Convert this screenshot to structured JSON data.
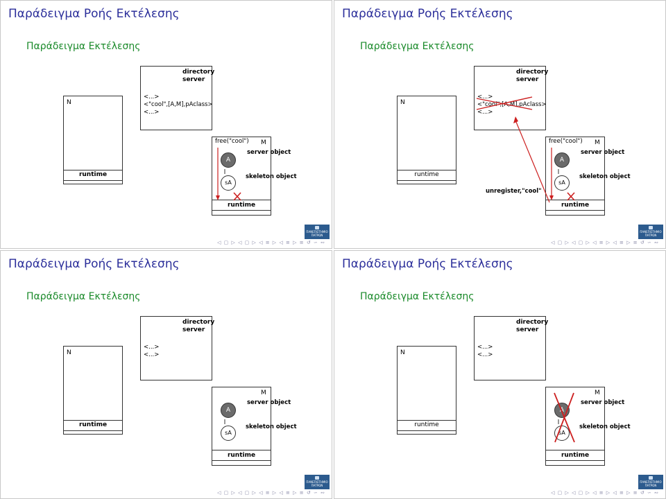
{
  "slides": [
    {
      "title": "Παράδειγμα Ροής Εκτέλεσης",
      "subtitle": "Παράδειγμα Εκτέλεσης",
      "node_n": {
        "label": "N",
        "runtime": "runtime"
      },
      "directory": {
        "label": "directory server",
        "entries": [
          "<...>",
          "<\"cool\",[A,M],pAclass>",
          "<...>"
        ]
      },
      "node_m": {
        "label": "M",
        "free_call": "free(\"cool\")",
        "server_object": "server object",
        "skeleton_object": "skeleton object",
        "a": "A",
        "sa": "sA",
        "runtime": "runtime"
      },
      "nav": "◁ ▢ ▷ ◁ ▢ ▷ ◁ ≡ ▷ ◁ ≡ ▷ ≡ ↺ ∽ ∾"
    },
    {
      "title": "Παράδειγμα Ροής Εκτέλεσης",
      "subtitle": "Παράδειγμα Εκτέλεσης",
      "node_n": {
        "label": "N",
        "runtime": "runtime"
      },
      "directory": {
        "label": "directory server",
        "entries": [
          "<...>",
          "<\"cool\",[A,M],pAclass>",
          "<...>"
        ]
      },
      "node_m": {
        "label": "M",
        "free_call": "free(\"cool\")",
        "server_object": "server object",
        "skeleton_object": "skeleton object",
        "a": "A",
        "sa": "sA",
        "runtime": "runtime"
      },
      "unregister": "unregister,\"cool\"",
      "nav": "◁ ▢ ▷ ◁ ▢ ▷ ◁ ≡ ▷ ◁ ≡ ▷ ≡ ↺ ∽ ∾"
    },
    {
      "title": "Παράδειγμα Ροής Εκτέλεσης",
      "subtitle": "Παράδειγμα Εκτέλεσης",
      "node_n": {
        "label": "N",
        "runtime": "runtime"
      },
      "directory": {
        "label": "directory server",
        "entries": [
          "<...>",
          "<...>"
        ]
      },
      "node_m": {
        "label": "M",
        "server_object": "server object",
        "skeleton_object": "skeleton object",
        "a": "A",
        "sa": "sA",
        "runtime": "runtime"
      },
      "nav": "◁ ▢ ▷ ◁ ▢ ▷ ◁ ≡ ▷ ◁ ≡ ▷ ≡ ↺ ∽ ∾"
    },
    {
      "title": "Παράδειγμα Ροής Εκτέλεσης",
      "subtitle": "Παράδειγμα Εκτέλεσης",
      "node_n": {
        "label": "N",
        "runtime": "runtime"
      },
      "directory": {
        "label": "directory server",
        "entries": [
          "<...>",
          "<...>"
        ]
      },
      "node_m": {
        "label": "M",
        "server_object": "server object",
        "skeleton_object": "skeleton object",
        "a": "A",
        "sa": "sA",
        "runtime": "runtime"
      },
      "nav": "◁ ▢ ▷ ◁ ▢ ▷ ◁ ≡ ▷ ◁ ≡ ▷ ≡ ↺ ∽ ∾"
    }
  ],
  "logo_text": "ΠΑΝΕΠΙΣΤΗΜΙΟ ΠΑΤΡΩΝ",
  "annotation_color": "#cc1f1f"
}
